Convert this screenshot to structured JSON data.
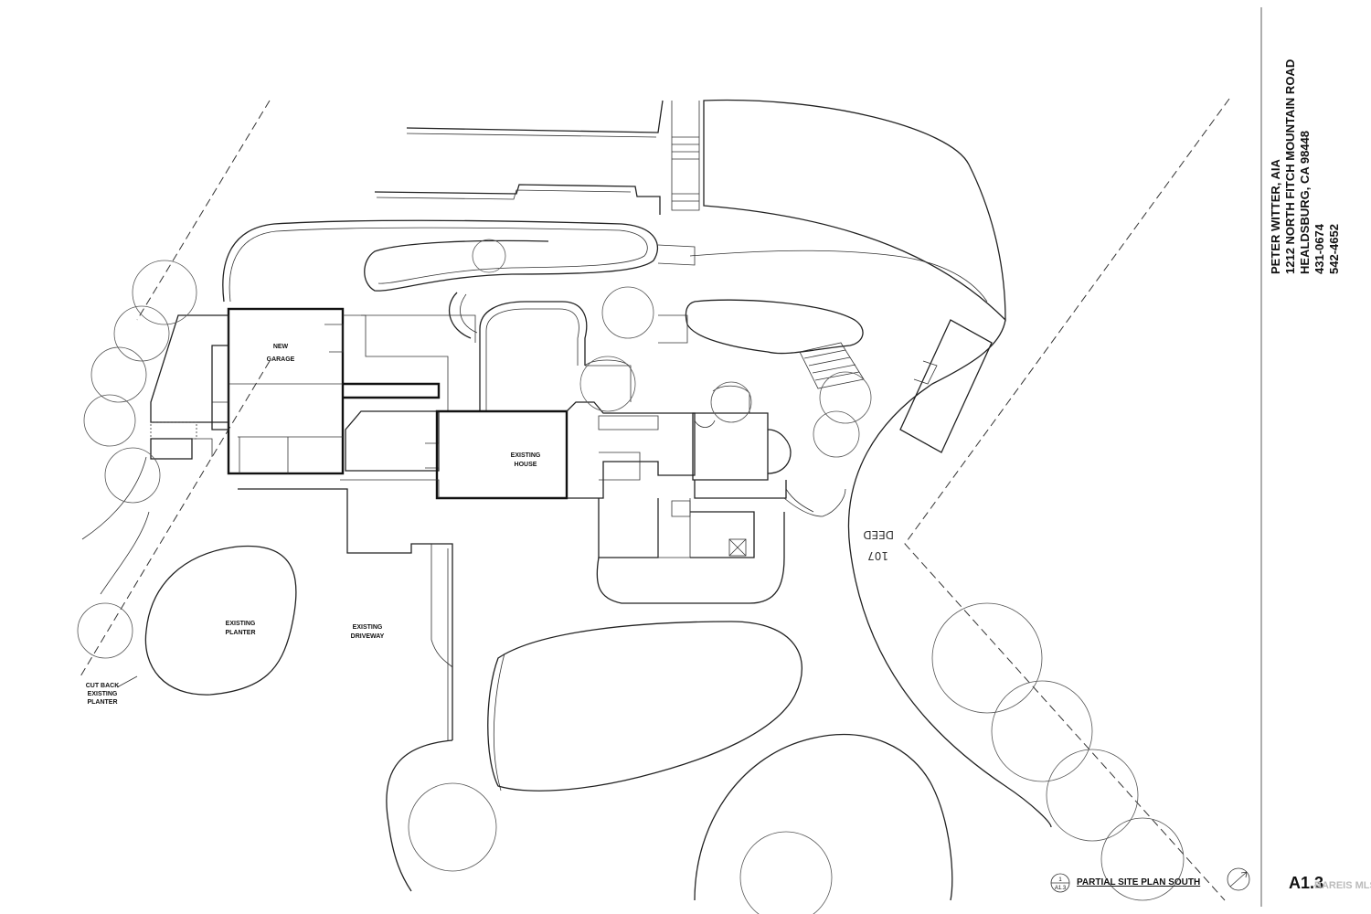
{
  "labels": {
    "new_garage": [
      "NEW",
      "GARAGE"
    ],
    "existing_house": [
      "EXISTING",
      "HOUSE"
    ],
    "existing_planter": [
      "EXISTING",
      "PLANTER"
    ],
    "existing_driveway": [
      "EXISTING",
      "DRIVEWAY"
    ],
    "cut_back": [
      "CUT BACK",
      "EXISTING",
      "PLANTER"
    ]
  },
  "deed": {
    "line1": "DEED",
    "line2": "107"
  },
  "title_block": {
    "architect": "PETER WITTER, AIA",
    "address": "1212 NORTH FITCH MOUNTAIN ROAD",
    "city": "HEALDSBURG, CA 98448",
    "phone1": "431-0674",
    "phone2": "542-4652"
  },
  "drawing_title": {
    "bubble_top": "1",
    "bubble_bottom": "A1.3",
    "caption": "PARTIAL SITE PLAN SOUTH"
  },
  "sheet_number": "A1.3",
  "north_arrow": "NORTH",
  "watermark": "BAREIS MLS"
}
